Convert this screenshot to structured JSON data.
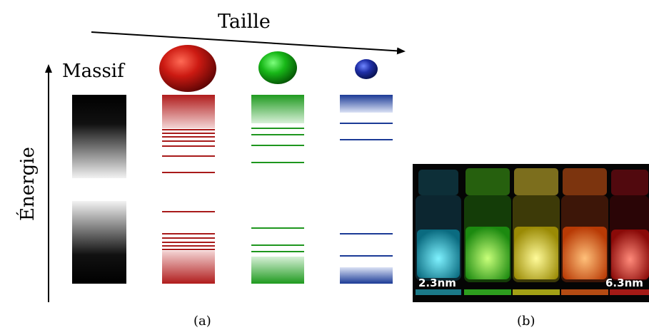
{
  "panel_a": {
    "size_axis_label": "Taille",
    "energy_axis_label": "Énergie",
    "bulk_label": "Massif",
    "caption": "(a)",
    "colors": {
      "bulk": "#000000",
      "large_dot": "#cc1a12",
      "medium_dot": "#18b818",
      "small_dot": "#1f2fa8",
      "red_levels": "#a81a1a",
      "green_levels": "#1e961e",
      "blue_levels": "#1b3a96"
    }
  },
  "panel_b": {
    "caption": "(b)",
    "min_size_label": "2.3nm",
    "max_size_label": "6.3nm",
    "vial_colors": [
      "#29c7e0",
      "#3fe02a",
      "#e6e21c",
      "#ff6a1a",
      "#e8231e"
    ]
  }
}
